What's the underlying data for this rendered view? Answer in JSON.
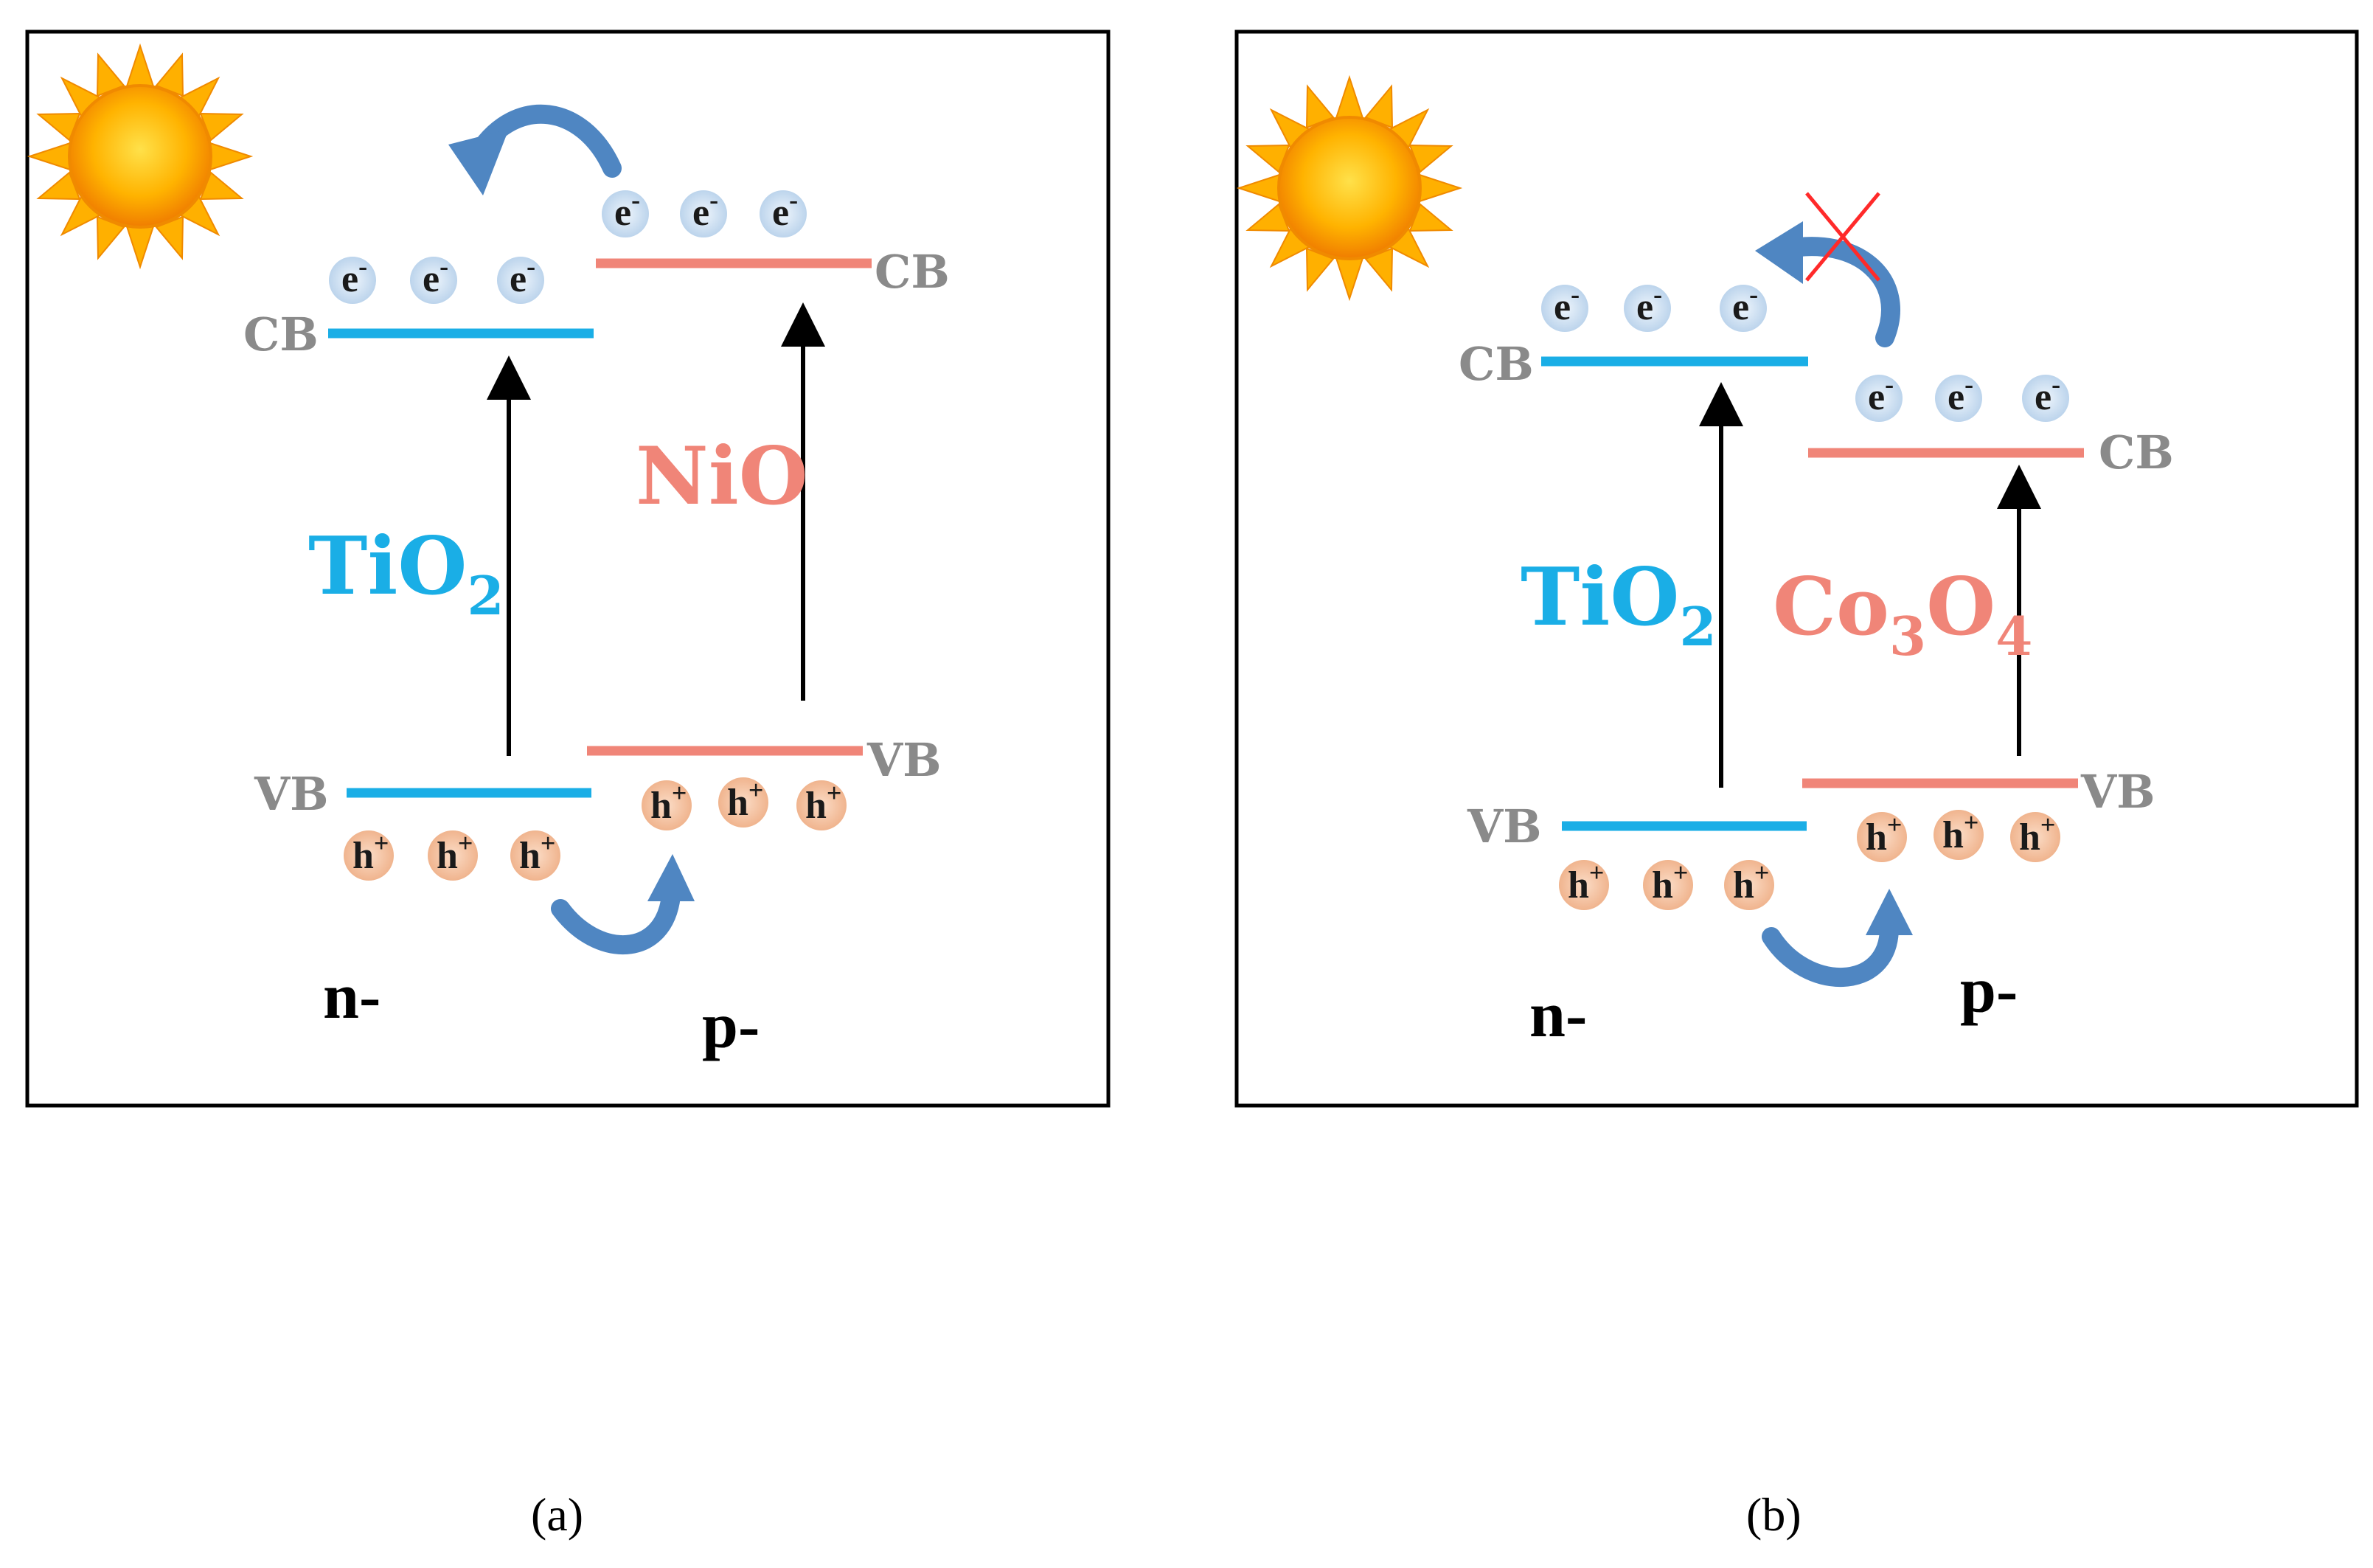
{
  "colors": {
    "tio2": "#1aaee6",
    "p_type": "#f08578",
    "arrow_blue": "#4f86c2",
    "electron_fill": "#d8e8f6",
    "hole_fill": "#f6c7a7",
    "band_label": "#8a8a8a"
  },
  "icons": [
    "sun-icon",
    "transfer-arrow-icon",
    "blocked-cross-icon"
  ],
  "labels": {
    "cb": "CB",
    "vb": "VB",
    "electron": "e",
    "electron_sup": "-",
    "hole": "h",
    "hole_sup": "+",
    "n_type": "n-",
    "p_type": "p-"
  },
  "panels": [
    {
      "id": "a",
      "caption": "(a)",
      "left_material": {
        "base": "TiO",
        "sub": "2",
        "sub2": "",
        "base2": ""
      },
      "right_material": {
        "base": "NiO",
        "sub": "",
        "base2": "",
        "sub2": ""
      },
      "electron_transfer": "right-to-left",
      "blocked": false
    },
    {
      "id": "b",
      "caption": "(b)",
      "left_material": {
        "base": "TiO",
        "sub": "2",
        "base2": "",
        "sub2": ""
      },
      "right_material": {
        "base": "Co",
        "sub": "3",
        "base2": "O",
        "sub2": "4"
      },
      "electron_transfer": "right-to-left",
      "blocked": true
    }
  ]
}
